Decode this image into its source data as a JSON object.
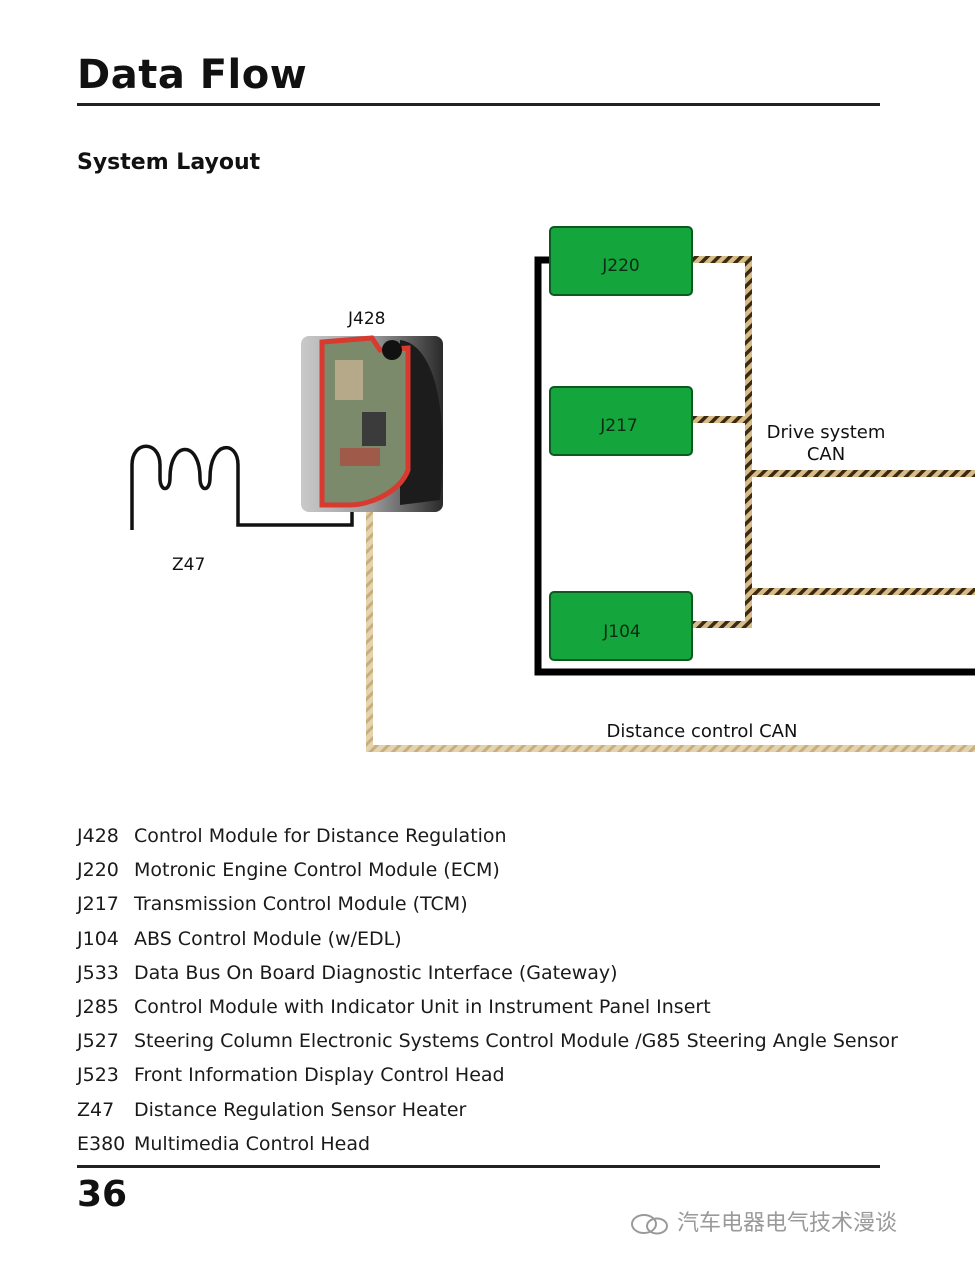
{
  "page": {
    "title": "Data Flow",
    "subtitle": "System Layout",
    "page_number": "36",
    "watermark": "汽车电器电气技术漫谈"
  },
  "diagram": {
    "modules": [
      {
        "id": "J220",
        "label": "J220"
      },
      {
        "id": "J217",
        "label": "J217"
      },
      {
        "id": "J104",
        "label": "J104"
      }
    ],
    "control_unit_label": "J428",
    "heater_label": "Z47",
    "buses": {
      "drive_can": "Drive system\nCAN",
      "drive_can_line1": "Drive system",
      "drive_can_line2": "CAN",
      "distance_can": "Distance control CAN"
    },
    "colors": {
      "module_fill": "#14a53c",
      "module_border": "#0c5a22",
      "bus_dark": "#3a2a12",
      "bus_light": "#d7bc8a",
      "housing_red": "#d83a2f"
    }
  },
  "legend": [
    {
      "code": "J428",
      "desc": "Control Module for Distance Regulation"
    },
    {
      "code": "J220",
      "desc": "Motronic Engine Control Module (ECM)"
    },
    {
      "code": "J217",
      "desc": "Transmission Control Module (TCM)"
    },
    {
      "code": "J104",
      "desc": "ABS Control Module (w/EDL)"
    },
    {
      "code": "J533",
      "desc": "Data Bus On Board Diagnostic Interface (Gateway)"
    },
    {
      "code": "J285",
      "desc": "Control Module with Indicator Unit in Instrument Panel Insert"
    },
    {
      "code": "J527",
      "desc": "Steering Column Electronic Systems Control Module /G85 Steering Angle Sensor"
    },
    {
      "code": "J523",
      "desc": "Front Information Display Control Head"
    },
    {
      "code": "Z47",
      "desc": "Distance Regulation Sensor Heater"
    },
    {
      "code": "E380",
      "desc": "Multimedia Control Head"
    }
  ]
}
